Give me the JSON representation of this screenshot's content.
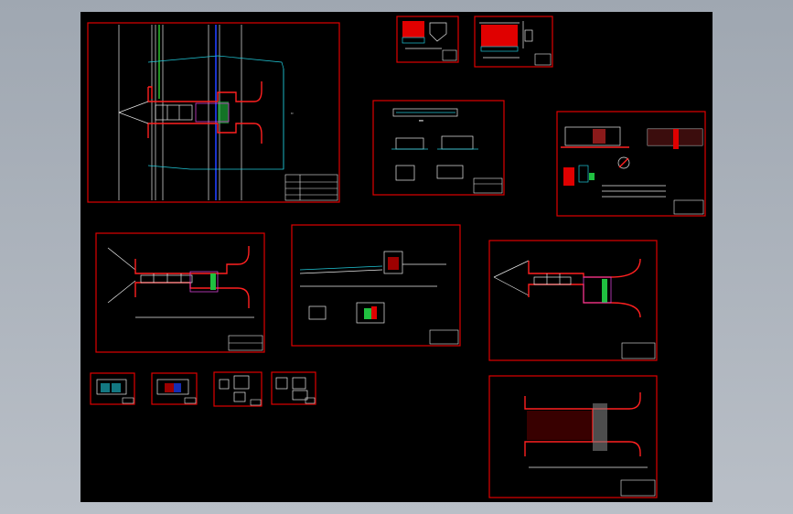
{
  "app": {
    "background_color": "#000000",
    "frame_color": "#e00000"
  },
  "sheets": [
    {
      "id": "sheet-plan-overview"
    },
    {
      "id": "sheet-detail-red-1"
    },
    {
      "id": "sheet-detail-red-2"
    },
    {
      "id": "sheet-section-details"
    },
    {
      "id": "sheet-structure-details"
    },
    {
      "id": "sheet-plan-left"
    },
    {
      "id": "sheet-profile"
    },
    {
      "id": "sheet-plan-right"
    },
    {
      "id": "sheet-reinforcement"
    },
    {
      "id": "sheet-small-1"
    },
    {
      "id": "sheet-small-2"
    },
    {
      "id": "sheet-small-3"
    },
    {
      "id": "sheet-small-4"
    }
  ]
}
